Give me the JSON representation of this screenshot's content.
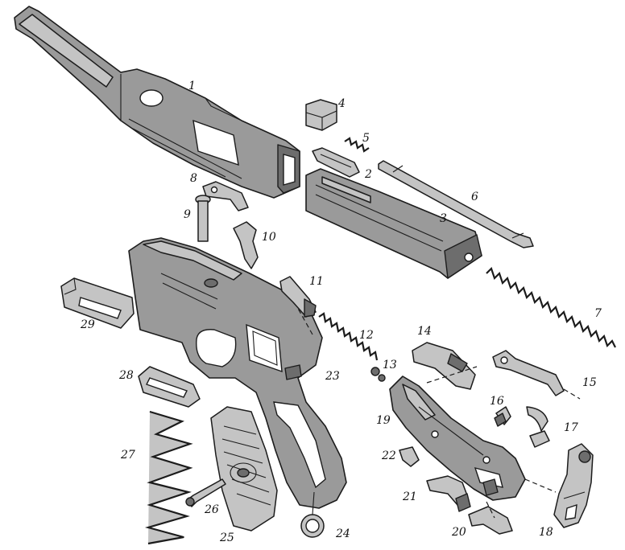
{
  "diagram": {
    "part_numbers": [
      {
        "id": "p1",
        "text": "1"
      },
      {
        "id": "p2",
        "text": "2"
      },
      {
        "id": "p3",
        "text": "3"
      },
      {
        "id": "p4",
        "text": "4"
      },
      {
        "id": "p5",
        "text": "5"
      },
      {
        "id": "p6",
        "text": "6"
      },
      {
        "id": "p7",
        "text": "7"
      },
      {
        "id": "p8",
        "text": "8"
      },
      {
        "id": "p9",
        "text": "9"
      },
      {
        "id": "p10",
        "text": "10"
      },
      {
        "id": "p11",
        "text": "11"
      },
      {
        "id": "p12",
        "text": "12"
      },
      {
        "id": "p13",
        "text": "13"
      },
      {
        "id": "p14",
        "text": "14"
      },
      {
        "id": "p15",
        "text": "15"
      },
      {
        "id": "p16",
        "text": "16"
      },
      {
        "id": "p17",
        "text": "17"
      },
      {
        "id": "p18",
        "text": "18"
      },
      {
        "id": "p19",
        "text": "19"
      },
      {
        "id": "p20",
        "text": "20"
      },
      {
        "id": "p21",
        "text": "21"
      },
      {
        "id": "p22",
        "text": "22"
      },
      {
        "id": "p23",
        "text": "23"
      },
      {
        "id": "p24",
        "text": "24"
      },
      {
        "id": "p25",
        "text": "25"
      },
      {
        "id": "p26",
        "text": "26"
      },
      {
        "id": "p27",
        "text": "27"
      },
      {
        "id": "p28",
        "text": "28"
      },
      {
        "id": "p29",
        "text": "29"
      }
    ],
    "colors": {
      "ink": "#1c1c1c",
      "metal": "#9a9a9a",
      "metal_light": "#c4c4c4",
      "metal_dark": "#6d6d6d",
      "background": "#ffffff"
    }
  }
}
